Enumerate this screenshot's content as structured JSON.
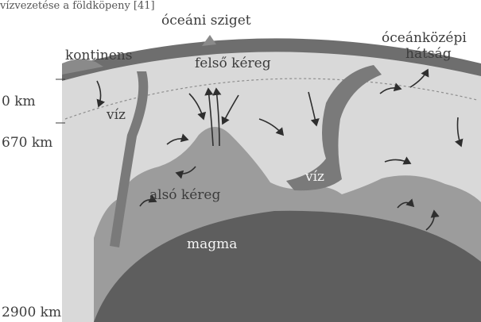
{
  "caption_fragment": "vízvezetése a földköpeny [41]",
  "labels": {
    "oceanic_island": "óceáni sziget",
    "continent": "kontinens",
    "mid_ocean_line1": "óceánközépi",
    "mid_ocean_line2": "hátság",
    "upper_crust": "felső kéreg",
    "water_left": "víz",
    "water_right": "víz",
    "lower_crust": "alsó kéreg",
    "magma": "magma"
  },
  "depth_ticks": [
    "0 km",
    "670 km",
    "2900 km"
  ],
  "colors": {
    "upper_mantle": "#d9d9d9",
    "crust_band": "#6e6e6e",
    "lower_mantle": "#9c9c9c",
    "core": "#5e5e5e",
    "slab": "#7a7a7a",
    "arrow": "#2e2e2e"
  }
}
